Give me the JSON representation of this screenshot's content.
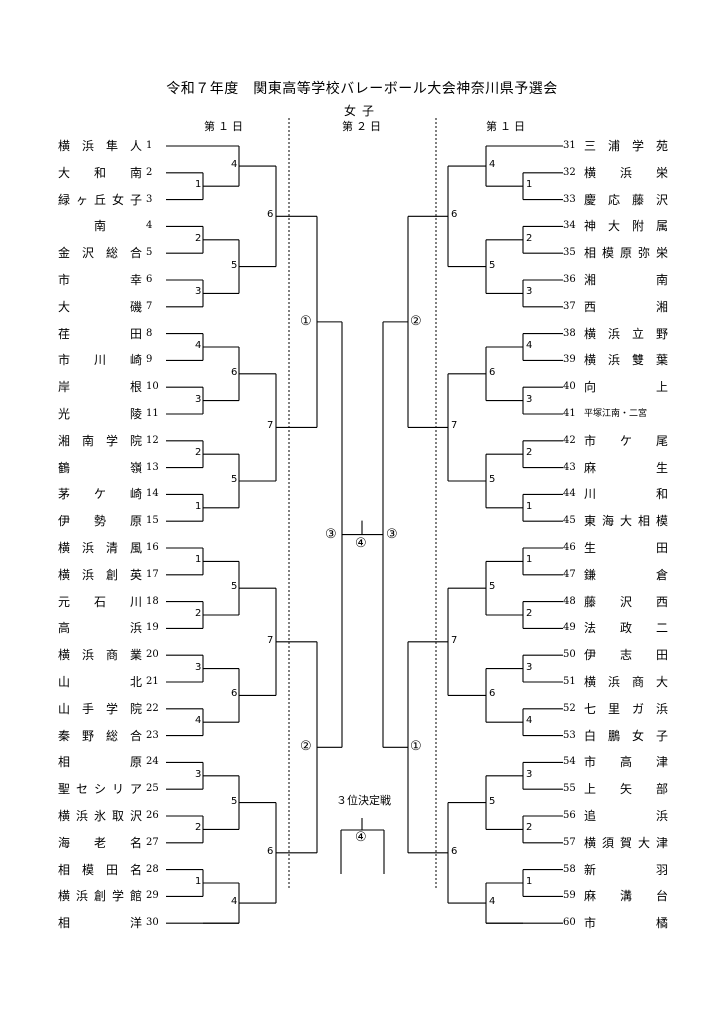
{
  "header": {
    "title": "令和７年度　関東高等学校バレーボール大会神奈川県予選会",
    "subtitle": "女子"
  },
  "day_labels": {
    "left": "第１日",
    "center": "第２日",
    "right": "第１日"
  },
  "left_teams": [
    {
      "seed": "1",
      "name": "横浜隼人"
    },
    {
      "seed": "2",
      "name": "大和南"
    },
    {
      "seed": "3",
      "name": "緑ヶ丘女子"
    },
    {
      "seed": "4",
      "name": "南"
    },
    {
      "seed": "5",
      "name": "金沢総合"
    },
    {
      "seed": "6",
      "name": "市幸"
    },
    {
      "seed": "7",
      "name": "大磯"
    },
    {
      "seed": "8",
      "name": "荏田"
    },
    {
      "seed": "9",
      "name": "市川崎"
    },
    {
      "seed": "10",
      "name": "岸根"
    },
    {
      "seed": "11",
      "name": "光陵"
    },
    {
      "seed": "12",
      "name": "湘南学院"
    },
    {
      "seed": "13",
      "name": "鶴嶺"
    },
    {
      "seed": "14",
      "name": "茅ケ崎"
    },
    {
      "seed": "15",
      "name": "伊勢原"
    },
    {
      "seed": "16",
      "name": "横浜清風"
    },
    {
      "seed": "17",
      "name": "横浜創英"
    },
    {
      "seed": "18",
      "name": "元石川"
    },
    {
      "seed": "19",
      "name": "高浜"
    },
    {
      "seed": "20",
      "name": "横浜商業"
    },
    {
      "seed": "21",
      "name": "山北"
    },
    {
      "seed": "22",
      "name": "山手学院"
    },
    {
      "seed": "23",
      "name": "秦野総合"
    },
    {
      "seed": "24",
      "name": "相原"
    },
    {
      "seed": "25",
      "name": "聖セシリア"
    },
    {
      "seed": "26",
      "name": "横浜氷取沢"
    },
    {
      "seed": "27",
      "name": "海老名"
    },
    {
      "seed": "28",
      "name": "相模田名"
    },
    {
      "seed": "29",
      "name": "横浜創学館"
    },
    {
      "seed": "30",
      "name": "相洋"
    }
  ],
  "right_teams": [
    {
      "seed": "31",
      "name": "三浦学苑"
    },
    {
      "seed": "32",
      "name": "横浜栄"
    },
    {
      "seed": "33",
      "name": "慶応藤沢"
    },
    {
      "seed": "34",
      "name": "神大附属"
    },
    {
      "seed": "35",
      "name": "相模原弥栄"
    },
    {
      "seed": "36",
      "name": "湘南"
    },
    {
      "seed": "37",
      "name": "西湘"
    },
    {
      "seed": "38",
      "name": "横浜立野"
    },
    {
      "seed": "39",
      "name": "横浜雙葉"
    },
    {
      "seed": "40",
      "name": "向上"
    },
    {
      "seed": "41",
      "name": "平塚江南・二宮"
    },
    {
      "seed": "42",
      "name": "市ケ尾"
    },
    {
      "seed": "43",
      "name": "麻生"
    },
    {
      "seed": "44",
      "name": "川和"
    },
    {
      "seed": "45",
      "name": "東海大相模"
    },
    {
      "seed": "46",
      "name": "生田"
    },
    {
      "seed": "47",
      "name": "鎌倉"
    },
    {
      "seed": "48",
      "name": "藤沢西"
    },
    {
      "seed": "49",
      "name": "法政二"
    },
    {
      "seed": "50",
      "name": "伊志田"
    },
    {
      "seed": "51",
      "name": "横浜商大"
    },
    {
      "seed": "52",
      "name": "七里ガ浜"
    },
    {
      "seed": "53",
      "name": "白鵬女子"
    },
    {
      "seed": "54",
      "name": "市高津"
    },
    {
      "seed": "55",
      "name": "上矢部"
    },
    {
      "seed": "56",
      "name": "追浜"
    },
    {
      "seed": "57",
      "name": "横須賀大津"
    },
    {
      "seed": "58",
      "name": "新羽"
    },
    {
      "seed": "59",
      "name": "麻溝台"
    },
    {
      "seed": "60",
      "name": "市橘"
    }
  ],
  "court_labels": {
    "L_r1": [
      "1",
      "2",
      "3",
      "4",
      "3",
      "1",
      "3",
      "2",
      "1",
      "2",
      "3",
      "1"
    ],
    "L_r2": [
      "4",
      "5",
      "6",
      "5",
      "5",
      "6",
      "5",
      "4"
    ],
    "L_r3": [
      "6",
      "7",
      "7",
      "6"
    ],
    "L_r4": [
      "①",
      "②"
    ],
    "R_r1": [
      "1",
      "2",
      "3",
      "4",
      "3",
      "2",
      "1",
      "1",
      "2",
      "3",
      "4",
      "3",
      "2",
      "1"
    ],
    "R_r2": [
      "4",
      "5",
      "6",
      "5",
      "5",
      "6",
      "5",
      "4"
    ],
    "R_r3": [
      "6",
      "7",
      "7",
      "6"
    ],
    "R_r4": [
      "②",
      "①"
    ],
    "semi_left": "③",
    "semi_right": "③",
    "final": "④",
    "third_place_court": "④"
  },
  "third_place_label": "３位決定戦"
}
